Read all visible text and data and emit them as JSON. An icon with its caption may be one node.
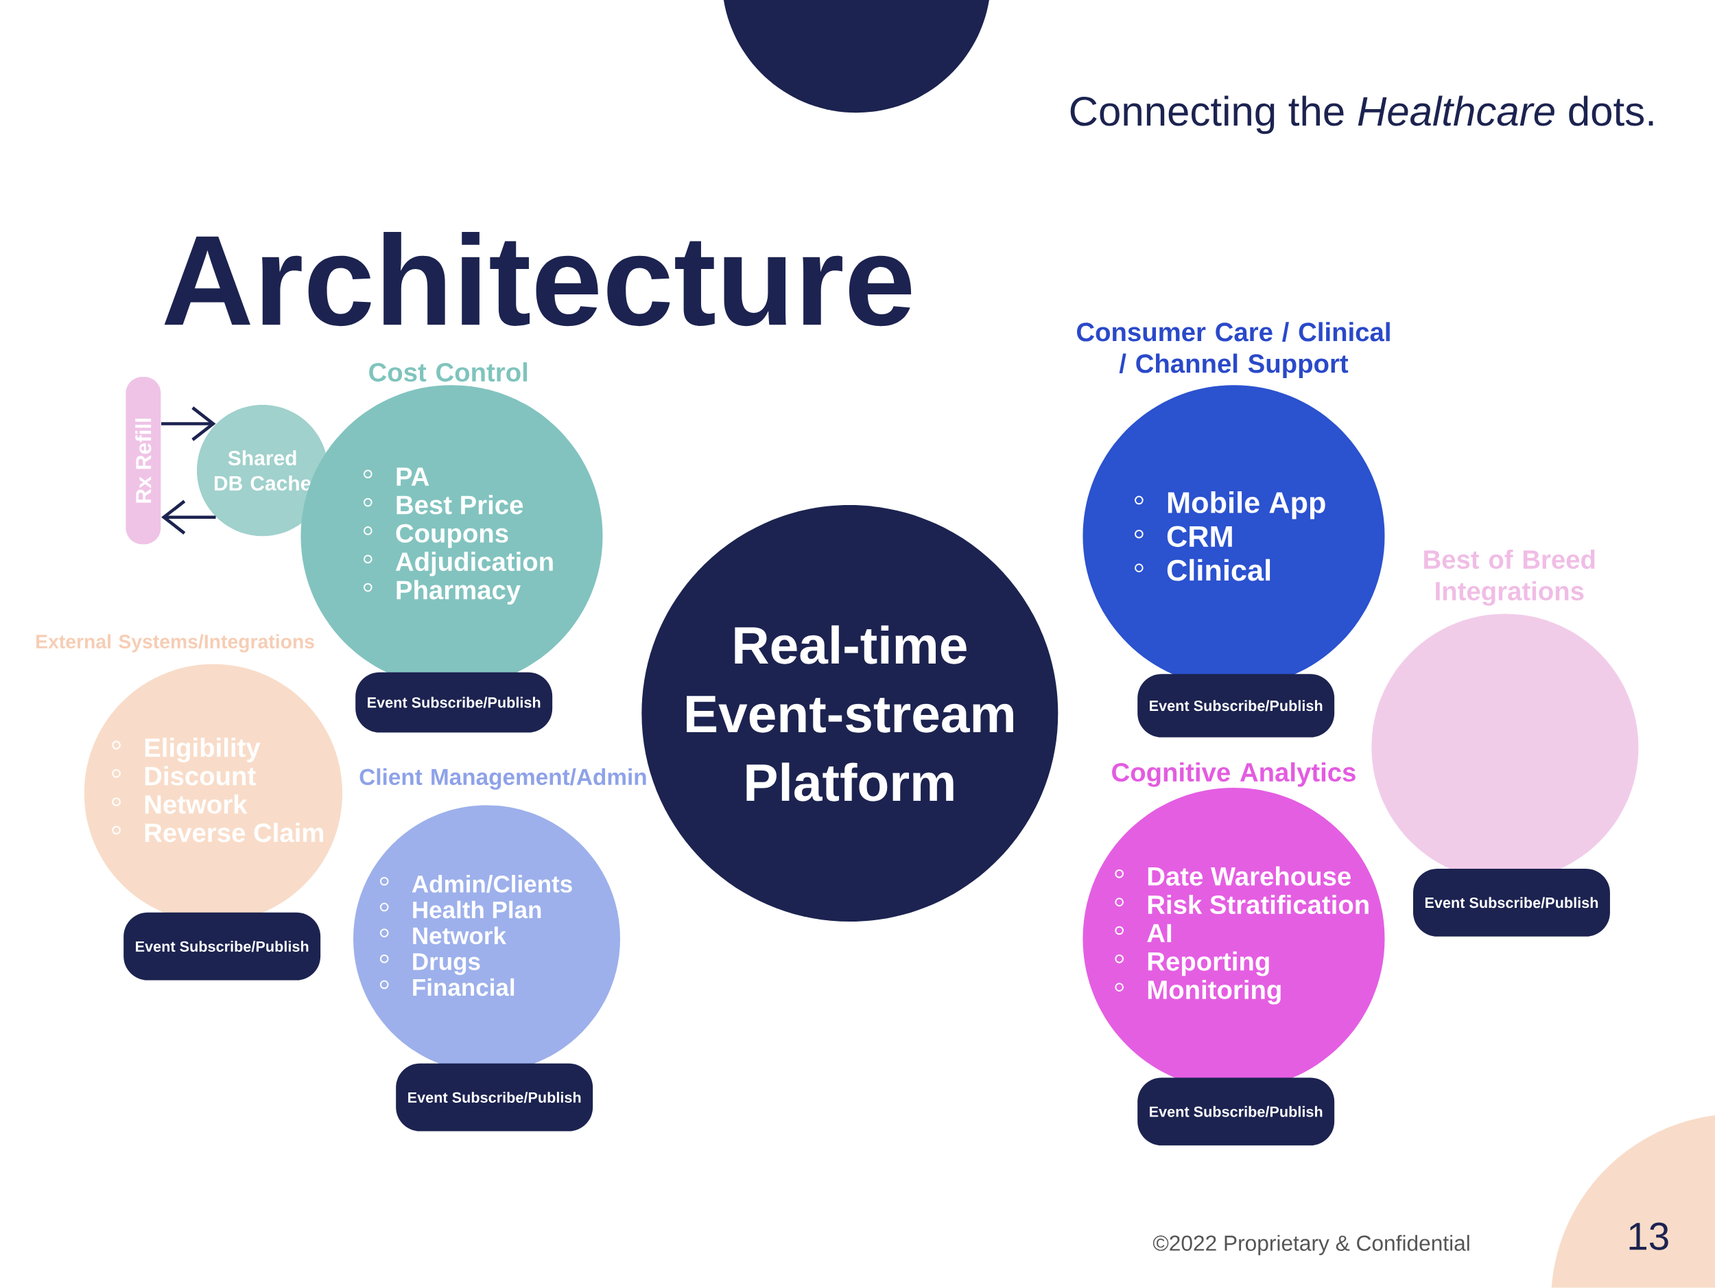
{
  "diagram": {
    "title": "Architecture",
    "nodes": [
      {
        "text": [
          "Rx Refill"
        ]
      },
      {
        "text": [
          "Shared DB Cache"
        ]
      },
      {
        "text": [
          "Cost Control",
          "PA",
          "Best Price",
          "Coupons",
          "Adjudication",
          "Pharmacy"
        ]
      },
      {
        "text": [
          "Event Subscribe/Publish"
        ]
      },
      {
        "text": [
          "External Systems/Integrations",
          "Eligibility",
          "Discount",
          "Network",
          "Reverse Claim"
        ]
      },
      {
        "text": [
          "Event Subscribe/Publish"
        ]
      },
      {
        "text": [
          "Client Management/Admin",
          "Admin/Clients",
          "Health Plan",
          "Network",
          "Drugs",
          "Financial"
        ]
      },
      {
        "text": [
          "Event Subscribe/Publish"
        ]
      },
      {
        "text": [
          "Real-time Event-stream Platform"
        ]
      },
      {
        "text": [
          "Consumer Care / Clinical / Channel Support",
          "Mobile App",
          "CRM",
          "Clinical"
        ]
      },
      {
        "text": [
          "Event Subscribe/Publish"
        ]
      },
      {
        "text": [
          "Best of Breed Integrations"
        ]
      },
      {
        "text": [
          "Event Subscribe/Publish"
        ]
      },
      {
        "text": [
          "Cognitive Analytics",
          "Date Warehouse",
          "Risk Stratification",
          "AI",
          "Reporting",
          "Monitoring"
        ]
      },
      {
        "text": [
          "Event Subscribe/Publish"
        ]
      }
    ],
    "edges": [
      {
        "from": 0,
        "to": 1,
        "arrow": "to"
      },
      {
        "from": 1,
        "to": 0,
        "arrow": "to"
      }
    ],
    "labels": [
      "Connecting the *Healthcare* dots.",
      "13",
      "©2022 Proprietary & Confidential"
    ]
  }
}
